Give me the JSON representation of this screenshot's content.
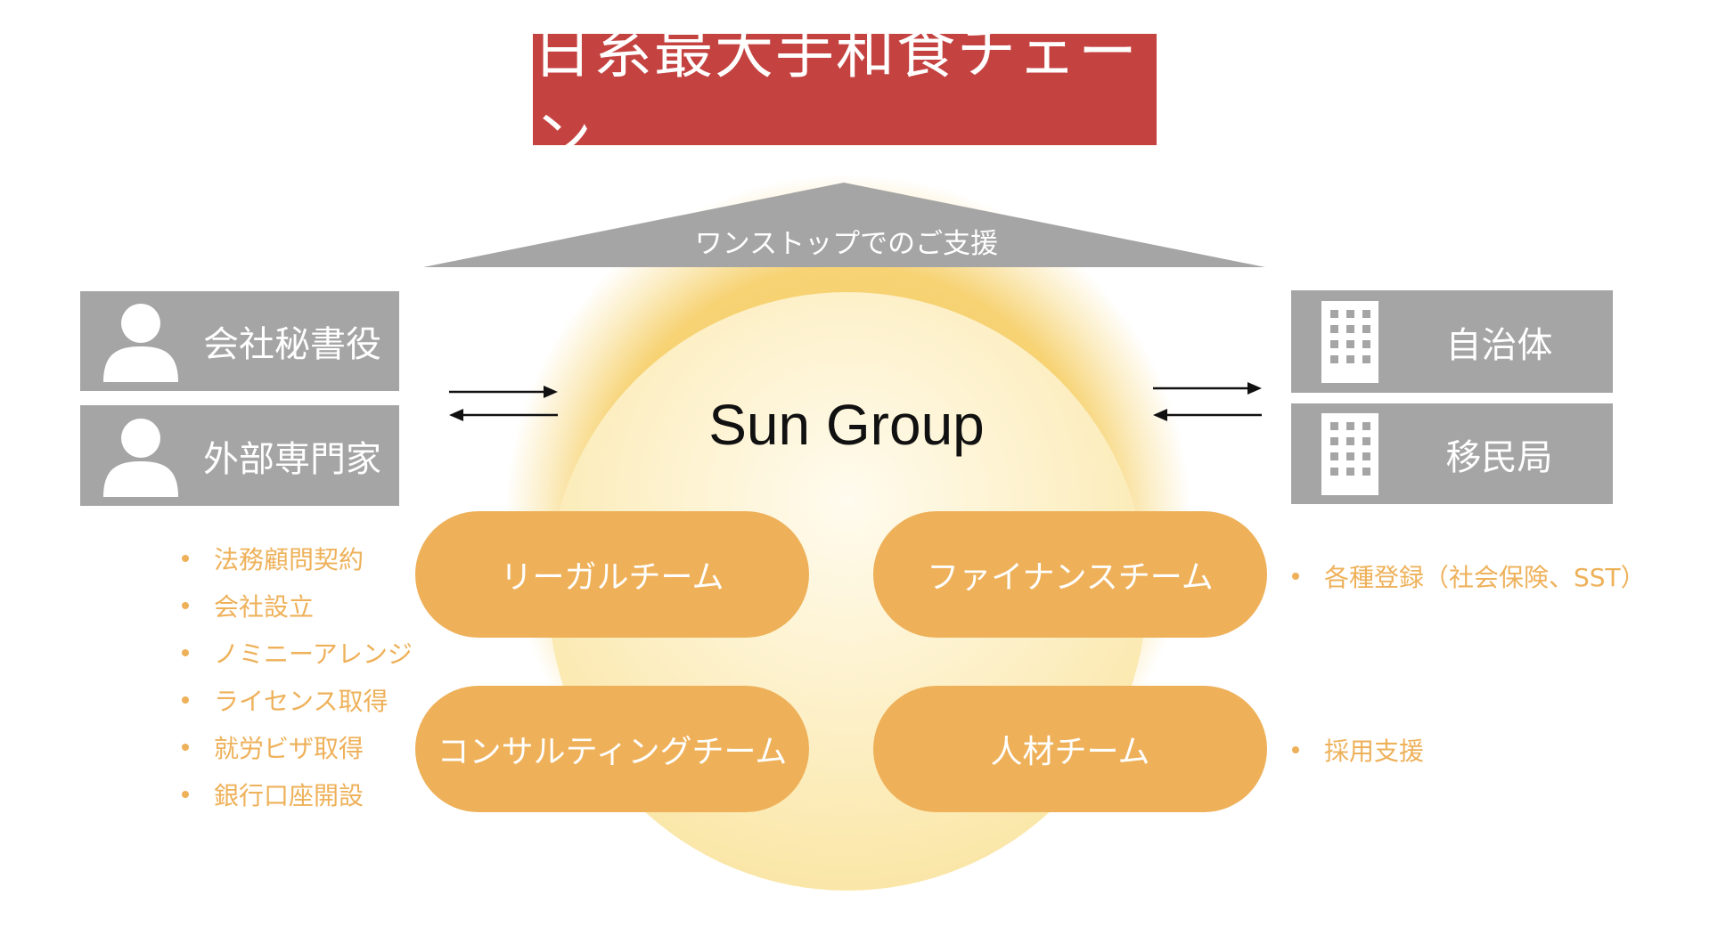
{
  "title": "日系最大手和食チェーン",
  "roof_label": "ワンストップでのご支援",
  "center_label": "Sun Group",
  "left_boxes": [
    {
      "label": "会社秘書役",
      "icon": "person-icon"
    },
    {
      "label": "外部専門家",
      "icon": "person-icon"
    }
  ],
  "right_boxes": [
    {
      "label": "自治体",
      "icon": "building-icon"
    },
    {
      "label": "移民局",
      "icon": "building-icon"
    }
  ],
  "teams": [
    {
      "label": "リーガルチーム"
    },
    {
      "label": "ファイナンスチーム"
    },
    {
      "label": "コンサルティングチーム"
    },
    {
      "label": "人材チーム"
    }
  ],
  "legal_services": [
    "法務顧問契約",
    "会社設立",
    "ノミニーアレンジ",
    "ライセンス取得",
    "就労ビザ取得",
    "銀行口座開設"
  ],
  "finance_services": [
    "各種登録（社会保険、SST）"
  ],
  "hr_services": [
    "採用支援"
  ],
  "colors": {
    "title_bg": "#c44341",
    "box_gray": "#a5a5a5",
    "team_orange": "#eeb15a",
    "sun_glow": "#f4c446",
    "sun_core": "#fdf0c7"
  }
}
